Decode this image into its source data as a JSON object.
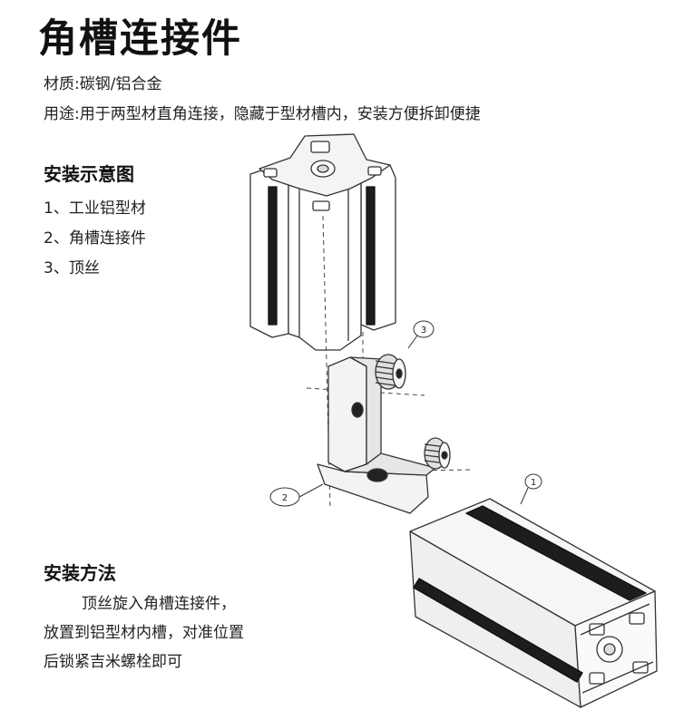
{
  "title": "角槽连接件",
  "specs": {
    "material": "材质:碳钢/铝合金",
    "usage": "用途:用于两型材直角连接，隐藏于型材槽内，安装方便拆卸便捷"
  },
  "diagram_section": {
    "heading": "安装示意图",
    "legend": [
      "1、工业铝型材",
      "2、角槽连接件",
      "3、顶丝"
    ],
    "callouts": [
      "1",
      "2",
      "3"
    ]
  },
  "method_section": {
    "heading": "安装方法",
    "lines": [
      "顶丝旋入角槽连接件，",
      "放置到铝型材内槽，对准位置",
      "后锁紧吉米螺栓即可"
    ]
  }
}
